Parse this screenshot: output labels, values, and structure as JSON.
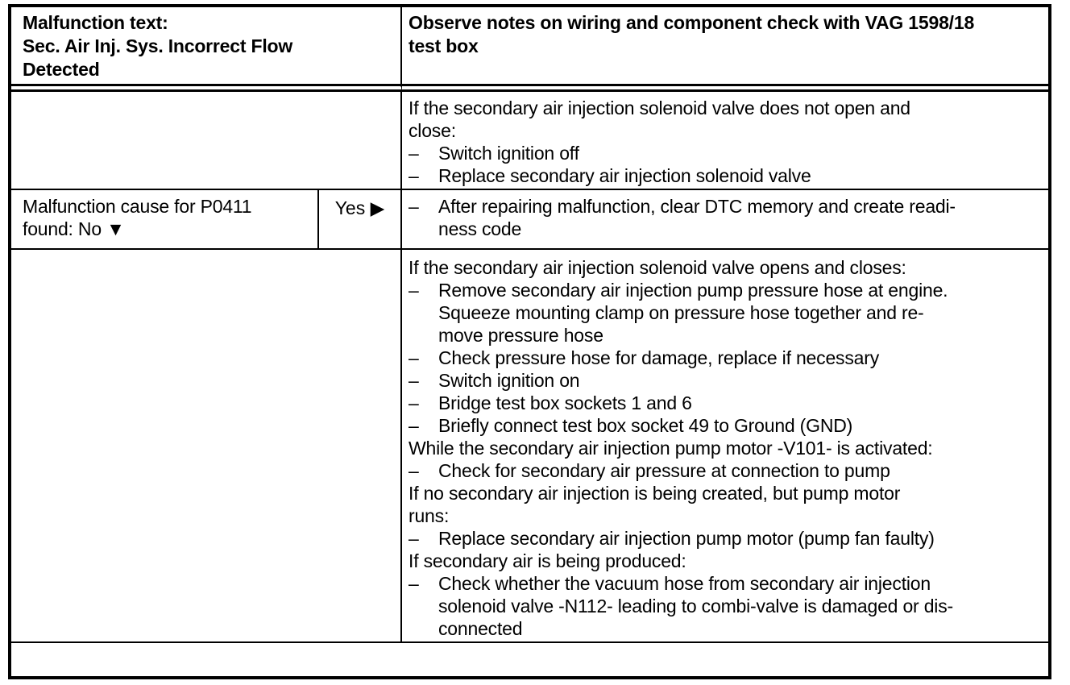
{
  "colors": {
    "ink": "#000000",
    "paper": "#ffffff"
  },
  "glyphs": {
    "dash": "–",
    "down_triangle": "▼",
    "right_triangle": "▶"
  },
  "table": {
    "header": {
      "left_lines": [
        {
          "t": "plain",
          "text": "Malfunction text:"
        },
        {
          "t": "plain",
          "text": "Sec. Air Inj. Sys. Incorrect Flow"
        },
        {
          "t": "plain",
          "text": "Detected"
        }
      ],
      "right_lines": [
        {
          "t": "plain",
          "text": "Observe notes on wiring and component check with VAG 1598/18"
        },
        {
          "t": "plain",
          "text": "test box"
        }
      ]
    },
    "row_valve_not_opening": {
      "left_text": "",
      "lines": [
        {
          "t": "plain",
          "text": "If the secondary air injection solenoid valve does not open and"
        },
        {
          "t": "plain",
          "text": "close:"
        },
        {
          "t": "dash",
          "text": "Switch ignition off"
        },
        {
          "t": "dash",
          "text": "Replace secondary air injection solenoid valve"
        }
      ]
    },
    "row_decision": {
      "left_lines": [
        {
          "t": "plain",
          "text": "Malfunction cause for P0411"
        },
        {
          "t": "plain",
          "text": "found: No ▼"
        }
      ],
      "yes_label": "Yes ▶",
      "lines": [
        {
          "t": "dash",
          "text": "After repairing malfunction, clear DTC memory and create readi-"
        },
        {
          "t": "cont",
          "text": "ness code"
        }
      ]
    },
    "row_valve_opening": {
      "left_text": "",
      "lines": [
        {
          "t": "plain",
          "text": "If the secondary air injection solenoid valve opens and closes:"
        },
        {
          "t": "dash",
          "text": "Remove secondary air injection pump pressure hose at engine."
        },
        {
          "t": "cont",
          "text": "Squeeze mounting clamp on pressure hose together and re-"
        },
        {
          "t": "cont",
          "text": "move pressure hose"
        },
        {
          "t": "dash",
          "text": "Check pressure hose for damage, replace if necessary"
        },
        {
          "t": "dash",
          "text": "Switch ignition on"
        },
        {
          "t": "dash",
          "text": "Bridge test box sockets 1 and 6"
        },
        {
          "t": "dash",
          "text": "Briefly connect test box socket 49 to Ground (GND)"
        },
        {
          "t": "plain",
          "text": "While the secondary air injection pump motor -V101- is activated:"
        },
        {
          "t": "dash",
          "text": "Check for secondary air pressure at connection to pump"
        },
        {
          "t": "plain",
          "text": "If no secondary air injection is being created, but pump motor"
        },
        {
          "t": "plain",
          "text": "runs:"
        },
        {
          "t": "dash",
          "text": "Replace secondary air injection pump motor (pump fan faulty)"
        },
        {
          "t": "plain",
          "text": "If secondary air is being produced:"
        },
        {
          "t": "dash",
          "text": "Check whether the vacuum hose from secondary air injection"
        },
        {
          "t": "cont",
          "text": "solenoid valve -N112- leading to combi-valve is damaged or dis-"
        },
        {
          "t": "cont",
          "text": "connected"
        }
      ]
    },
    "footer_row": {
      "text": ""
    }
  }
}
